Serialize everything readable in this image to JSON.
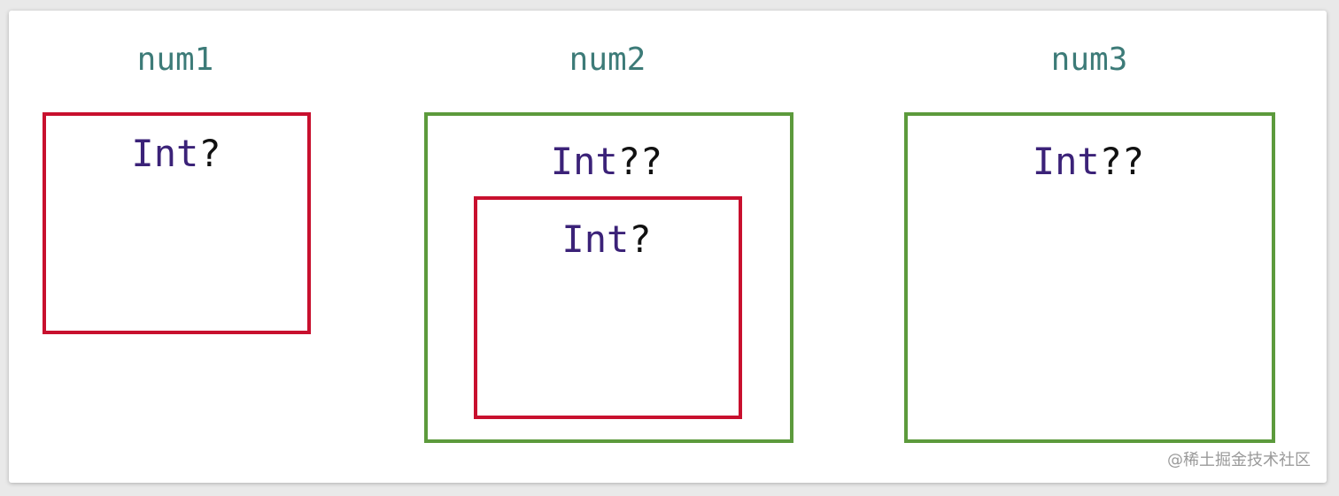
{
  "colors": {
    "optional_border": "#c8102e",
    "double_optional_border": "#5c9a3c",
    "variable_label": "#3d7b78",
    "type_name": "#3b2278",
    "question_mark": "#111111"
  },
  "diagram": {
    "num1": {
      "label": "num1",
      "box_type": {
        "name": "Int",
        "suffix": "?"
      }
    },
    "num2": {
      "label": "num2",
      "outer_type": {
        "name": "Int",
        "suffix": "??"
      },
      "inner_type": {
        "name": "Int",
        "suffix": "?"
      }
    },
    "num3": {
      "label": "num3",
      "box_type": {
        "name": "Int",
        "suffix": "??"
      }
    }
  },
  "watermark": "@稀土掘金技术社区"
}
